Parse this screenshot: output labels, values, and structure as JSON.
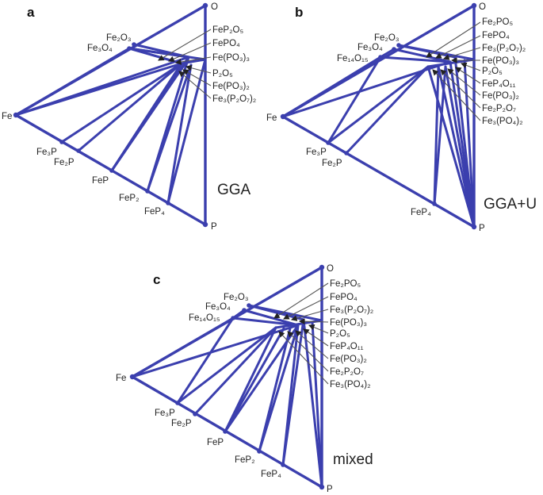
{
  "panels": [
    {
      "id": "a",
      "label": "a",
      "method": "GGA",
      "vertices": {
        "O": "O",
        "Fe": "Fe",
        "P": "P"
      },
      "left_labels": [
        "Fe2O3",
        "Fe3O4"
      ],
      "edge_labels": [
        "Fe3P",
        "Fe2P",
        "FeP",
        "FeP2",
        "FeP4"
      ],
      "right_labels": [
        "FeP2O5",
        "FePO4",
        "Fe(PO3)3",
        "P2O5",
        "Fe(PO3)2",
        "Fe3(P2O7)2"
      ]
    },
    {
      "id": "b",
      "label": "b",
      "method": "GGA+U",
      "vertices": {
        "O": "O",
        "Fe": "Fe",
        "P": "P"
      },
      "left_labels": [
        "Fe2O3",
        "Fe3O4",
        "Fe14O15"
      ],
      "edge_labels": [
        "Fe3P",
        "Fe2P",
        "FeP4"
      ],
      "right_labels": [
        "Fe2PO5",
        "FePO4",
        "Fe3(P2O7)2",
        "Fe(PO3)3",
        "P2O5",
        "FeP4O11",
        "Fe(PO3)2",
        "Fe2P2O7",
        "Fe3(PO4)2"
      ]
    },
    {
      "id": "c",
      "label": "c",
      "method": "mixed",
      "vertices": {
        "O": "O",
        "Fe": "Fe",
        "P": "P"
      },
      "left_labels": [
        "Fe2O3",
        "Fe3O4",
        "Fe14O15"
      ],
      "edge_labels": [
        "Fe3P",
        "Fe2P",
        "FeP",
        "FeP2",
        "FeP4"
      ],
      "right_labels": [
        "Fe2PO5",
        "FePO4",
        "Fe3(P2O7)2",
        "Fe(PO3)3",
        "P2O5",
        "FeP4O11",
        "Fe(PO3)2",
        "Fe2P2O7",
        "Fe3(PO4)2"
      ]
    }
  ]
}
